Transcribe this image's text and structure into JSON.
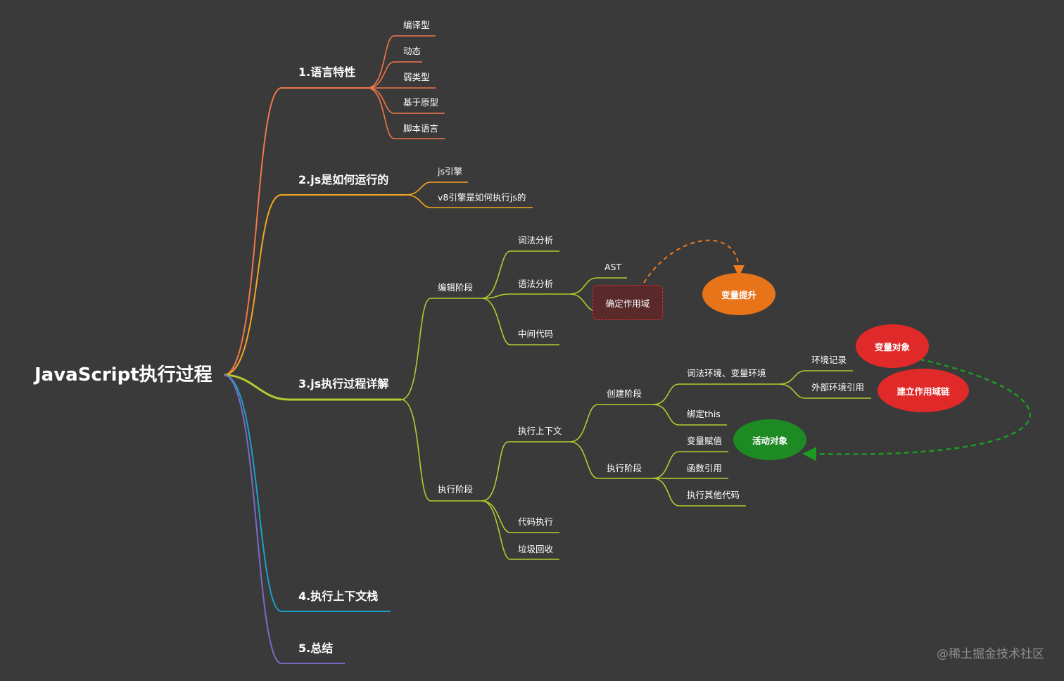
{
  "root": "JavaScript执行过程",
  "sections": {
    "s1": {
      "label": "1.语言特性",
      "children": [
        "编译型",
        "动态",
        "弱类型",
        "基于原型",
        "脚本语言"
      ]
    },
    "s2": {
      "label": "2.js是如何运行的",
      "children": [
        "js引擎",
        "v8引擎是如何执行js的"
      ]
    },
    "s3": {
      "label": "3.js执行过程详解",
      "compile": {
        "label": "编辑阶段",
        "lexical": "词法分析",
        "syntax": "语法分析",
        "ast": "AST",
        "scope": "确定作用域",
        "intermediate": "中间代码"
      },
      "execute": {
        "label": "执行阶段",
        "context": "执行上下文",
        "create": {
          "label": "创建阶段",
          "env": "词法环境、变量环境",
          "record": "环境记录",
          "outer": "外部环境引用",
          "bind": "绑定this"
        },
        "run": {
          "label": "执行阶段",
          "assign": "变量赋值",
          "func": "函数引用",
          "other": "执行其他代码"
        },
        "code_exec": "代码执行",
        "gc": "垃圾回收"
      }
    },
    "s4": {
      "label": "4.执行上下文栈"
    },
    "s5": {
      "label": "5.总结"
    }
  },
  "bubbles": {
    "hoist": "变量提升",
    "variable_object": "变量对象",
    "scope_chain": "建立作用域链",
    "activation_object": "活动对象"
  },
  "watermark": "@稀土掘金技术社区",
  "colors": {
    "background": "#3a3a3a",
    "s1": "#f0784a",
    "s2": "#f5a623",
    "s3": "#b6c92e",
    "s4": "#1aa0c8",
    "s5": "#7a6ac8",
    "bubble_orange": "#e8741a",
    "bubble_red": "#e02a2a",
    "bubble_green": "#1e8a24",
    "dashed_green": "#1e9a24"
  }
}
